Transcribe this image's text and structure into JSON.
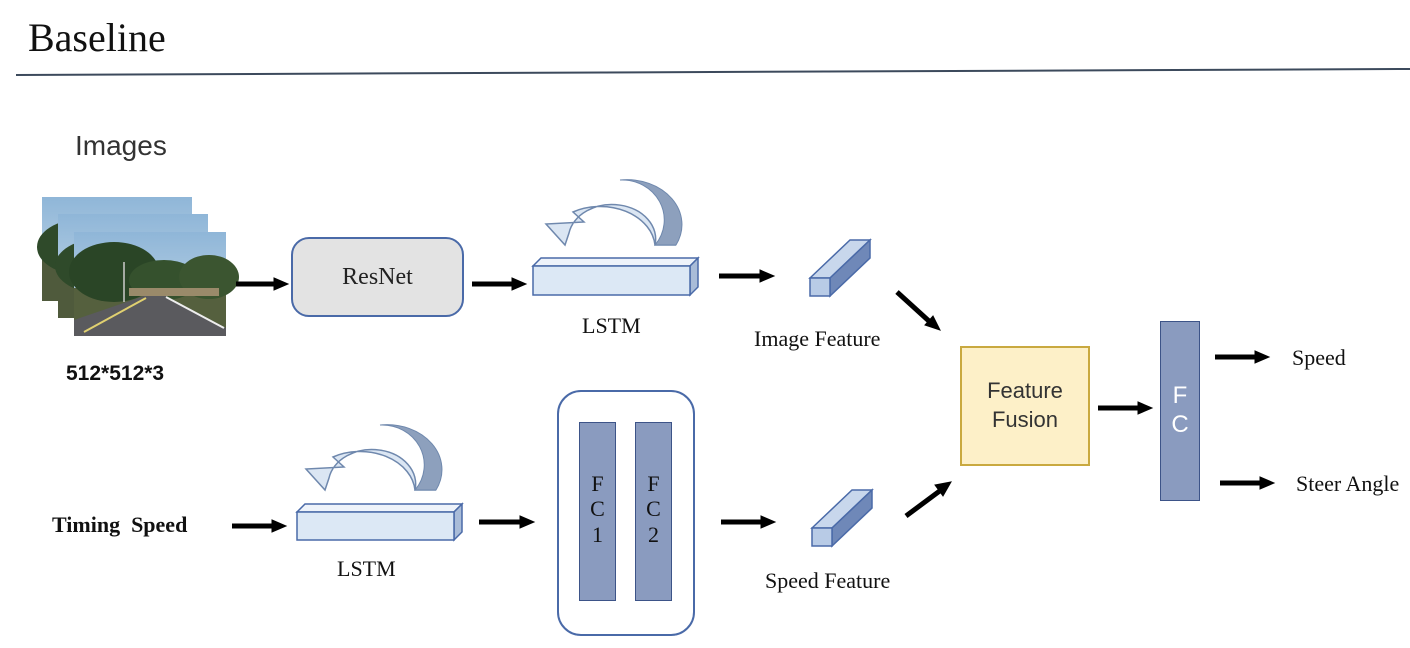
{
  "title": "Baseline",
  "colors": {
    "rule": "#3c4a5c",
    "block_fill": "#dce8f5",
    "block_stroke": "#4a6aa8",
    "fc_fill": "#8a9bbf",
    "fusion_fill": "#fdf0c8",
    "fusion_stroke": "#c9a940",
    "arrow": "#000000"
  },
  "inputs": {
    "images_label": "Images",
    "image_dims": "512*512*3",
    "timing_speed_label": "Timing  Speed"
  },
  "blocks": {
    "resnet": "ResNet",
    "lstm_top": "LSTM",
    "lstm_bottom": "LSTM",
    "image_feature": "Image Feature",
    "speed_feature": "Speed Feature",
    "fusion_line1": "Feature",
    "fusion_line2": "Fusion",
    "fc1": [
      "F",
      "C",
      "1"
    ],
    "fc2": [
      "F",
      "C",
      "2"
    ],
    "fc_out": [
      "F",
      "C"
    ]
  },
  "outputs": {
    "speed": "Speed",
    "steer": "Steer Angle"
  }
}
